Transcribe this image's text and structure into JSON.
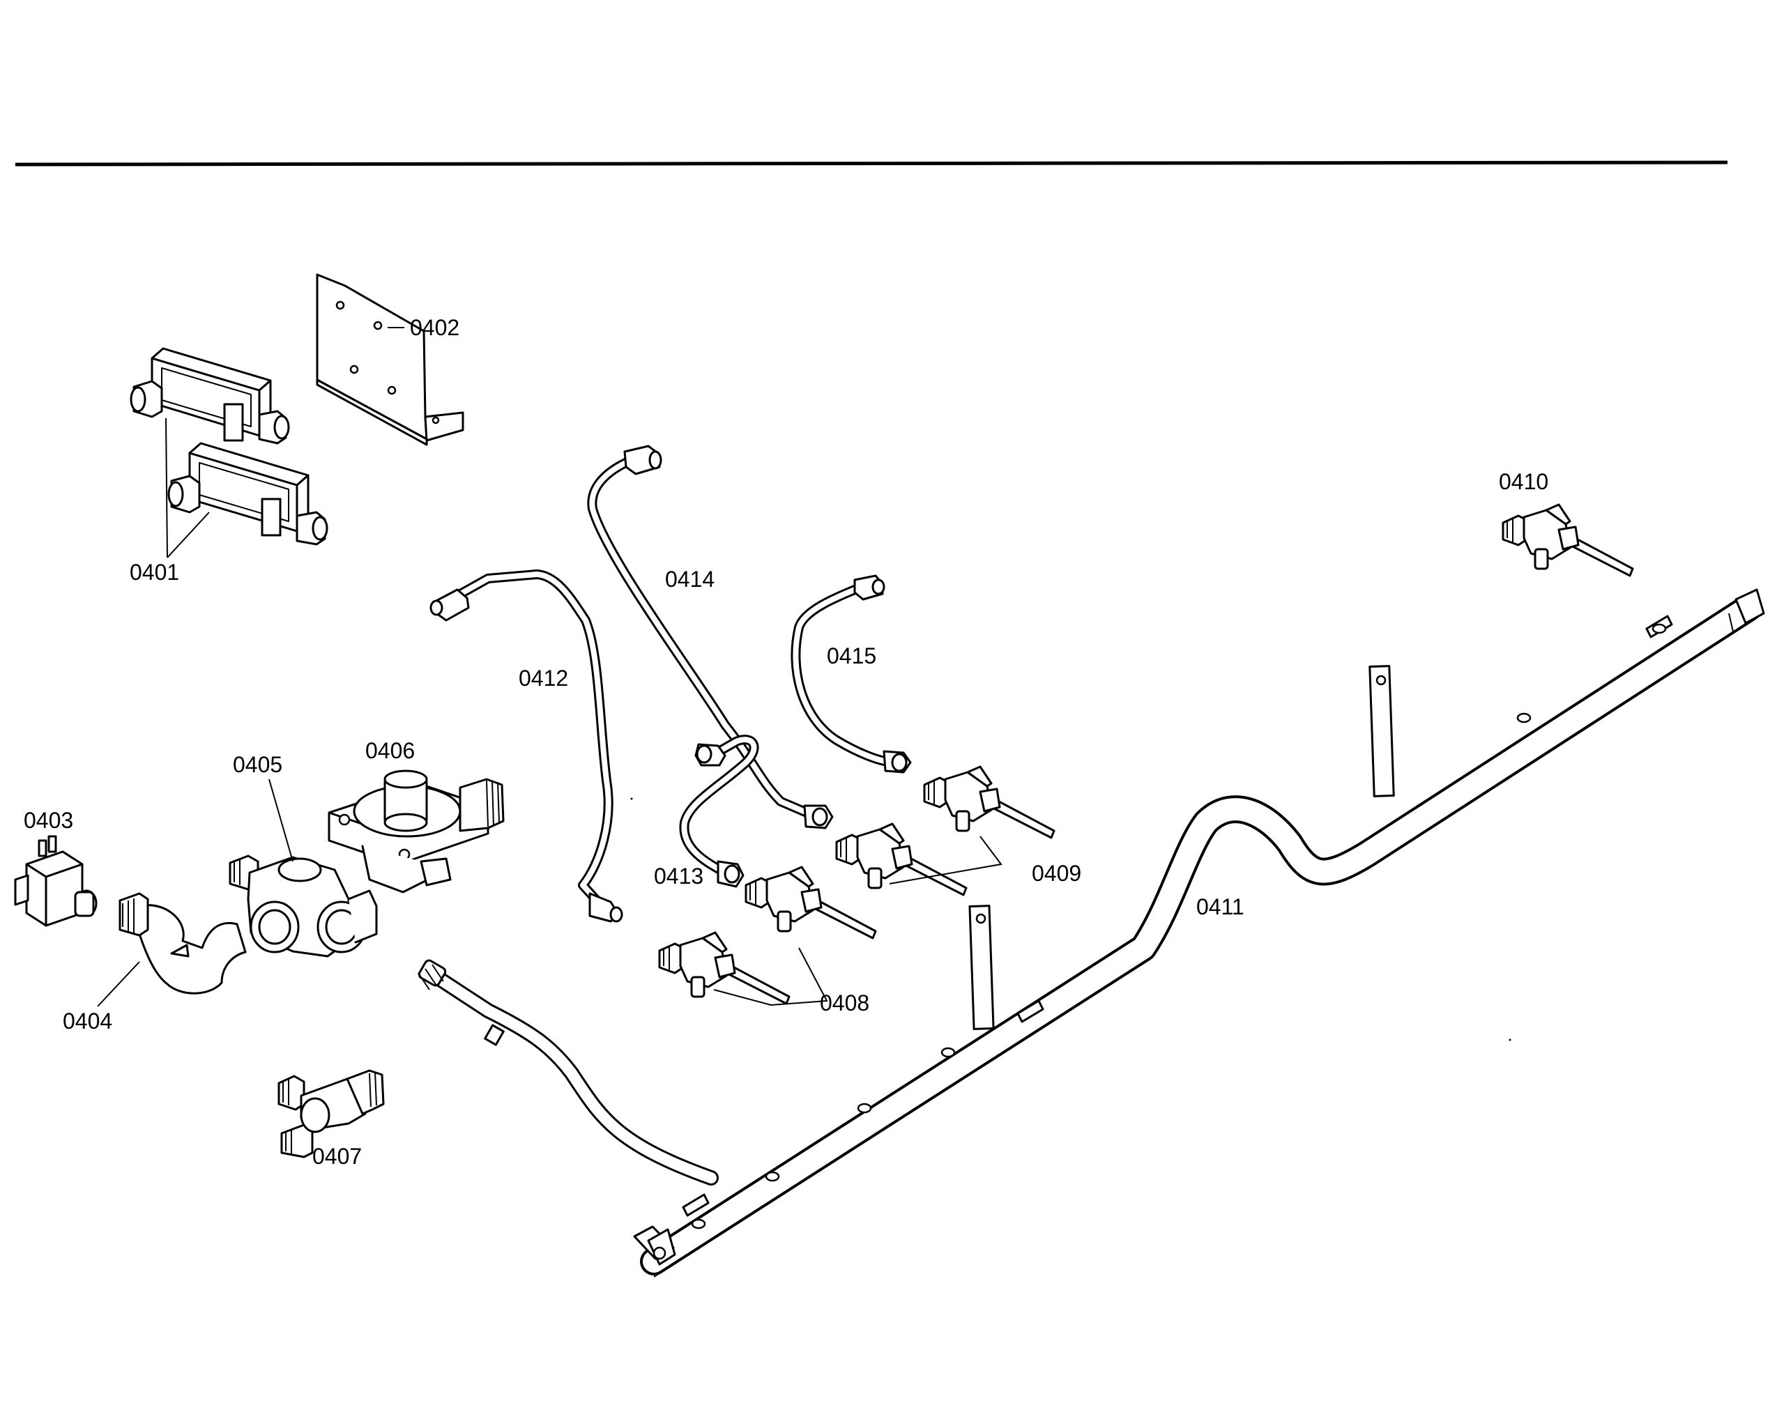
{
  "diagram": {
    "parts": [
      {
        "id": "0401",
        "name": "valve-block"
      },
      {
        "id": "0402",
        "name": "mounting-bracket"
      },
      {
        "id": "0403",
        "name": "solenoid-valve"
      },
      {
        "id": "0404",
        "name": "elbow-fitting"
      },
      {
        "id": "0405",
        "name": "tee-fitting"
      },
      {
        "id": "0406",
        "name": "pressure-regulator"
      },
      {
        "id": "0407",
        "name": "tee-connector"
      },
      {
        "id": "0408",
        "name": "burner-valve-pair-front"
      },
      {
        "id": "0409",
        "name": "burner-valve-pair-rear"
      },
      {
        "id": "0410",
        "name": "burner-valve-single"
      },
      {
        "id": "0411",
        "name": "gas-manifold"
      },
      {
        "id": "0412",
        "name": "gas-tube-long"
      },
      {
        "id": "0413",
        "name": "gas-tube-loop"
      },
      {
        "id": "0414",
        "name": "gas-tube-diagonal"
      },
      {
        "id": "0415",
        "name": "gas-tube-short"
      }
    ]
  },
  "labels": {
    "l0401": "0401",
    "l0402": "0402",
    "l0403": "0403",
    "l0404": "0404",
    "l0405": "0405",
    "l0406": "0406",
    "l0407": "0407",
    "l0408": "0408",
    "l0409": "0409",
    "l0410": "0410",
    "l0411": "0411",
    "l0412": "0412",
    "l0413": "0413",
    "l0414": "0414",
    "l0415": "0415"
  }
}
